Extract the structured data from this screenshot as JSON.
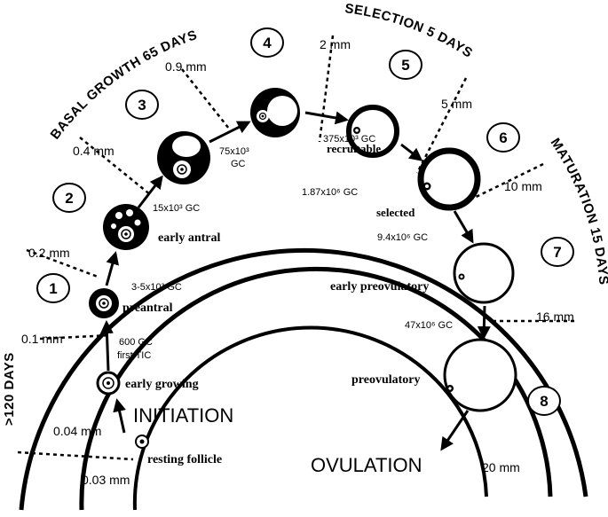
{
  "arc_labels": {
    "basal_growth": "BASAL GROWTH  65 DAYS",
    "selection": "SELECTION 5 DAYS",
    "maturation": "MATURATION 15 DAYS",
    "initial": ">120 DAYS"
  },
  "classes": [
    "1",
    "2",
    "3",
    "4",
    "5",
    "6",
    "7",
    "8"
  ],
  "sizes": {
    "s003": "0.03 mm",
    "s004": "0.04 mm",
    "s01": "0.1 mm",
    "s02": "0.2 mm",
    "s04": "0.4 mm",
    "s09": "0.9 mm",
    "s2": "2 mm",
    "s5": "5 mm",
    "s10": "10 mm",
    "s16": "16 mm",
    "s20": "20 mm"
  },
  "stages": {
    "resting": "resting follicle",
    "early_growing": "early growing",
    "preantral": "preantral",
    "early_antral": "early antral",
    "recruitable": "recruitable",
    "selected": "selected",
    "early_preovulatory": "early preovulatory",
    "preovulatory": "preovulatory"
  },
  "gc": {
    "g600": "600 GC",
    "first_tic": "first TIC",
    "g3_5": "3-5x10³ GC",
    "g15": "15x10³ GC",
    "g75a": "75x10³",
    "g75b": "GC",
    "g375": "375x10³ GC",
    "g187": "1.87x10⁶ GC",
    "g94": "9.4x10⁶ GC",
    "g47": "47x10⁶ GC"
  },
  "events": {
    "initiation": "INITIATION",
    "ovulation": "OVULATION"
  }
}
